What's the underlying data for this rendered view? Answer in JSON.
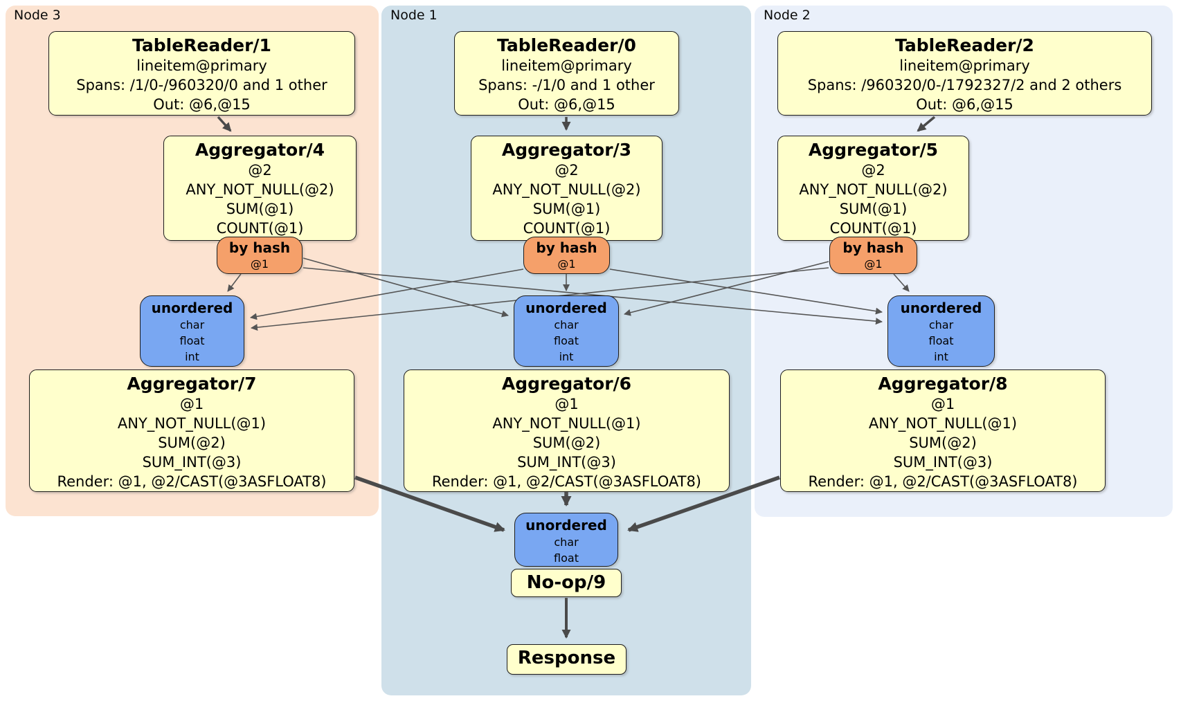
{
  "palette": {
    "node3_bg": "#fce3d1",
    "node1_bg": "#cfe0ea",
    "node2_bg": "#eaf0fa",
    "processor_fill": "#ffffcc",
    "router_fill": "#f5a06a",
    "sync_fill": "#79a7f2",
    "box_border": "#1c1c1c",
    "thin_edge": "#555555",
    "thick_edge": "#4a4a4a"
  },
  "nodes": [
    {
      "id": "node3",
      "label": "Node 3"
    },
    {
      "id": "node1",
      "label": "Node 1"
    },
    {
      "id": "node2",
      "label": "Node 2"
    }
  ],
  "processors": {
    "tr1": {
      "title": "TableReader/1",
      "lines": [
        "lineitem@primary",
        "Spans: /1/0-/960320/0 and 1 other",
        "Out: @6,@15"
      ]
    },
    "tr0": {
      "title": "TableReader/0",
      "lines": [
        "lineitem@primary",
        "Spans: -/1/0 and 1 other",
        "Out: @6,@15"
      ]
    },
    "tr2": {
      "title": "TableReader/2",
      "lines": [
        "lineitem@primary",
        "Spans: /960320/0-/1792327/2 and 2 others",
        "Out: @6,@15"
      ]
    },
    "agg4": {
      "title": "Aggregator/4",
      "lines": [
        "@2",
        "ANY_NOT_NULL(@2)",
        "SUM(@1)",
        "COUNT(@1)"
      ]
    },
    "agg3": {
      "title": "Aggregator/3",
      "lines": [
        "@2",
        "ANY_NOT_NULL(@2)",
        "SUM(@1)",
        "COUNT(@1)"
      ]
    },
    "agg5": {
      "title": "Aggregator/5",
      "lines": [
        "@2",
        "ANY_NOT_NULL(@2)",
        "SUM(@1)",
        "COUNT(@1)"
      ]
    },
    "agg7": {
      "title": "Aggregator/7",
      "lines": [
        "@1",
        "ANY_NOT_NULL(@1)",
        "SUM(@2)",
        "SUM_INT(@3)",
        "Render: @1, @2/CAST(@3ASFLOAT8)"
      ]
    },
    "agg6": {
      "title": "Aggregator/6",
      "lines": [
        "@1",
        "ANY_NOT_NULL(@1)",
        "SUM(@2)",
        "SUM_INT(@3)",
        "Render: @1, @2/CAST(@3ASFLOAT8)"
      ]
    },
    "agg8": {
      "title": "Aggregator/8",
      "lines": [
        "@1",
        "ANY_NOT_NULL(@1)",
        "SUM(@2)",
        "SUM_INT(@3)",
        "Render: @1, @2/CAST(@3ASFLOAT8)"
      ]
    },
    "noop": {
      "title": "No-op/9"
    },
    "response": {
      "title": "Response"
    }
  },
  "routers": {
    "hash4": {
      "title": "by hash",
      "lines": [
        "@1"
      ]
    },
    "hash3": {
      "title": "by hash",
      "lines": [
        "@1"
      ]
    },
    "hash5": {
      "title": "by hash",
      "lines": [
        "@1"
      ]
    }
  },
  "syncs": {
    "sync7": {
      "title": "unordered",
      "lines": [
        "char",
        "float",
        "int"
      ]
    },
    "sync6": {
      "title": "unordered",
      "lines": [
        "char",
        "float",
        "int"
      ]
    },
    "sync8": {
      "title": "unordered",
      "lines": [
        "char",
        "float",
        "int"
      ]
    },
    "syncFinal": {
      "title": "unordered",
      "lines": [
        "char",
        "float"
      ]
    }
  },
  "edges": [
    {
      "from": "tr1",
      "to": "agg4",
      "style": "medium-arrow"
    },
    {
      "from": "tr0",
      "to": "agg3",
      "style": "medium-arrow"
    },
    {
      "from": "tr2",
      "to": "agg5",
      "style": "medium-arrow"
    },
    {
      "from": "hash4",
      "to": "sync7",
      "style": "thin-arrow"
    },
    {
      "from": "hash4",
      "to": "sync6",
      "style": "thin-arrow"
    },
    {
      "from": "hash4",
      "to": "sync8",
      "style": "thin-arrow"
    },
    {
      "from": "hash3",
      "to": "sync7",
      "style": "thin-arrow"
    },
    {
      "from": "hash3",
      "to": "sync6",
      "style": "thin-arrow"
    },
    {
      "from": "hash3",
      "to": "sync8",
      "style": "thin-arrow"
    },
    {
      "from": "hash5",
      "to": "sync7",
      "style": "thin-arrow"
    },
    {
      "from": "hash5",
      "to": "sync6",
      "style": "thin-arrow"
    },
    {
      "from": "hash5",
      "to": "sync8",
      "style": "thin-arrow"
    },
    {
      "from": "agg7",
      "to": "syncFinal",
      "style": "thick-arrow"
    },
    {
      "from": "agg6",
      "to": "syncFinal",
      "style": "thick-arrow"
    },
    {
      "from": "agg8",
      "to": "syncFinal",
      "style": "thick-arrow"
    },
    {
      "from": "noop",
      "to": "response",
      "style": "medium-arrow"
    }
  ]
}
